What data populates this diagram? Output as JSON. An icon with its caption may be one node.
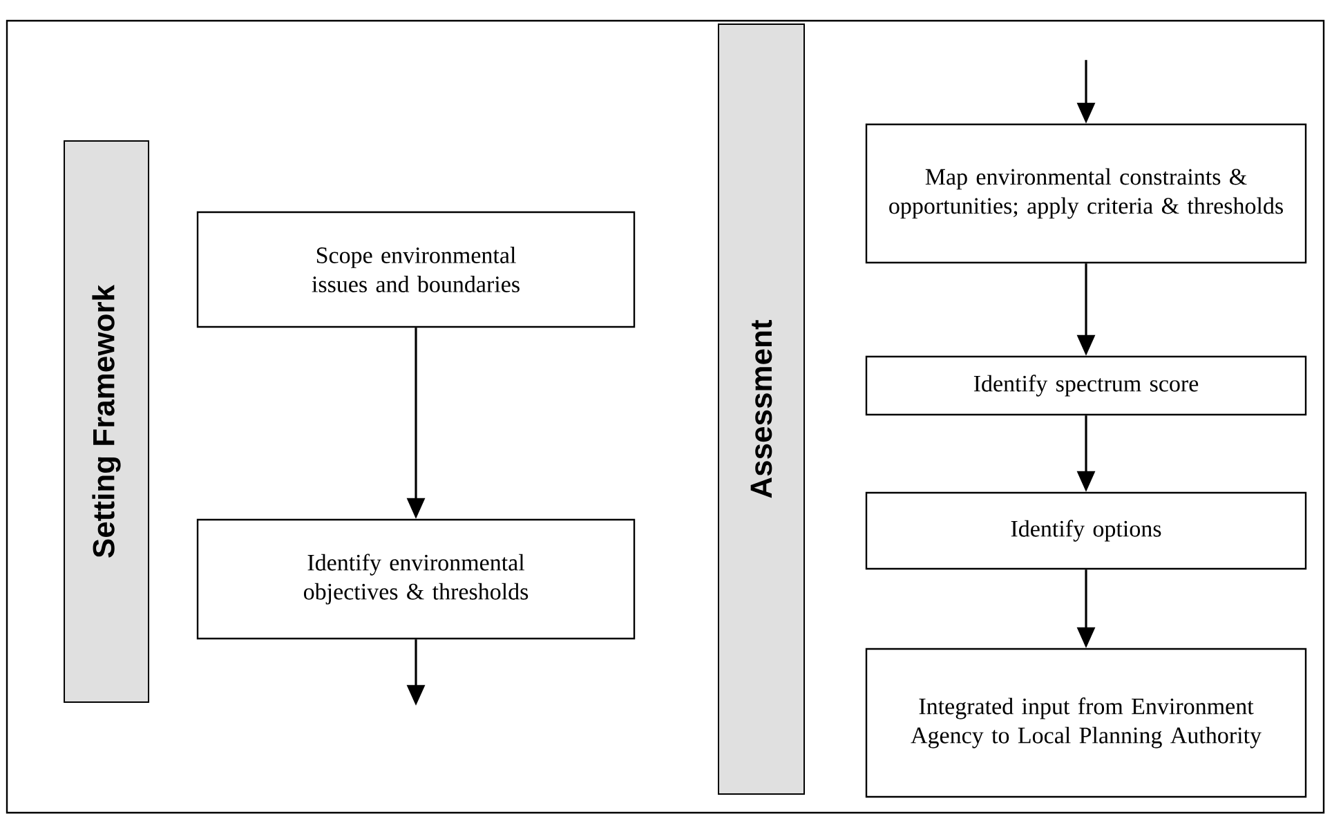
{
  "diagram": {
    "nodes": [
      {
        "text": [
          "Setting Framework"
        ]
      },
      {
        "text": [
          "Scope environmental issues and boundaries"
        ]
      },
      {
        "text": [
          "Identify environmental objectives & thresholds"
        ]
      },
      {
        "text": [
          "Assessment"
        ]
      },
      {
        "text": [
          "Map environmental constraints & opportunities; apply criteria & thresholds"
        ]
      },
      {
        "text": [
          "Identify spectrum score"
        ]
      },
      {
        "text": [
          "Identify options"
        ]
      },
      {
        "text": [
          "Integrated input from Environment Agency to Local Planning Authority"
        ]
      }
    ],
    "edges": [
      {
        "from": 1,
        "to": 2,
        "arrow": "to"
      },
      {
        "from": 2,
        "to": null,
        "arrow": "to"
      },
      {
        "from": null,
        "to": 4,
        "arrow": "to"
      },
      {
        "from": 4,
        "to": 5,
        "arrow": "to"
      },
      {
        "from": 5,
        "to": 6,
        "arrow": "to"
      },
      {
        "from": 6,
        "to": 7,
        "arrow": "to"
      }
    ]
  }
}
